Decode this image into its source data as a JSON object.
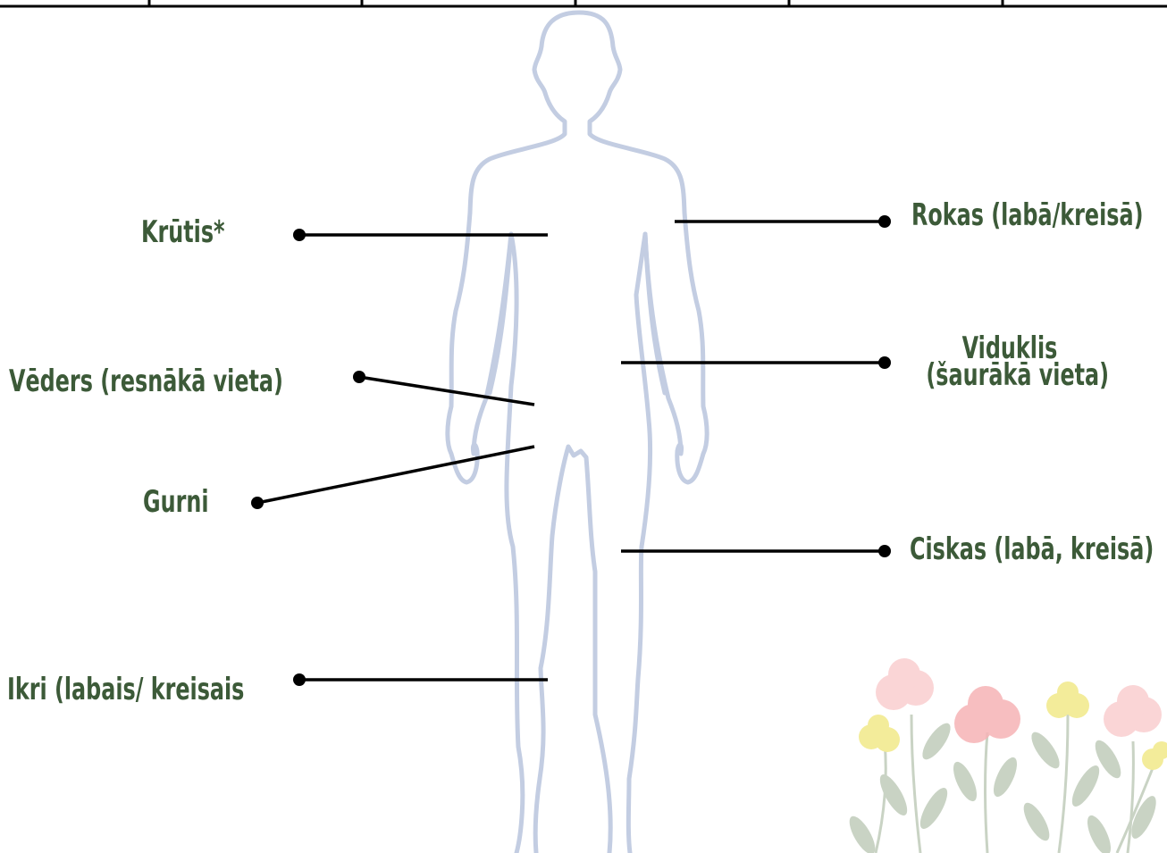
{
  "labels": {
    "chest": "Krūtis*",
    "arms": "Rokas (labā/kreisā)",
    "belly": "Vēders (resnākā vieta)",
    "waist_line1": "Viduklis",
    "waist_line2": "(šaurākā vieta)",
    "hips": "Gurni",
    "thighs": "Ciskas (labā, kreisā)",
    "calves": "Ikri (labais/ kreisais"
  },
  "colors": {
    "label_text": "#3c5a38",
    "leader_line": "#000000",
    "body_outline": "#c3cde2",
    "flower_pink": "#f6b3b6",
    "flower_yellow": "#f3ec9a",
    "leaf_green": "#c9d3c4"
  }
}
